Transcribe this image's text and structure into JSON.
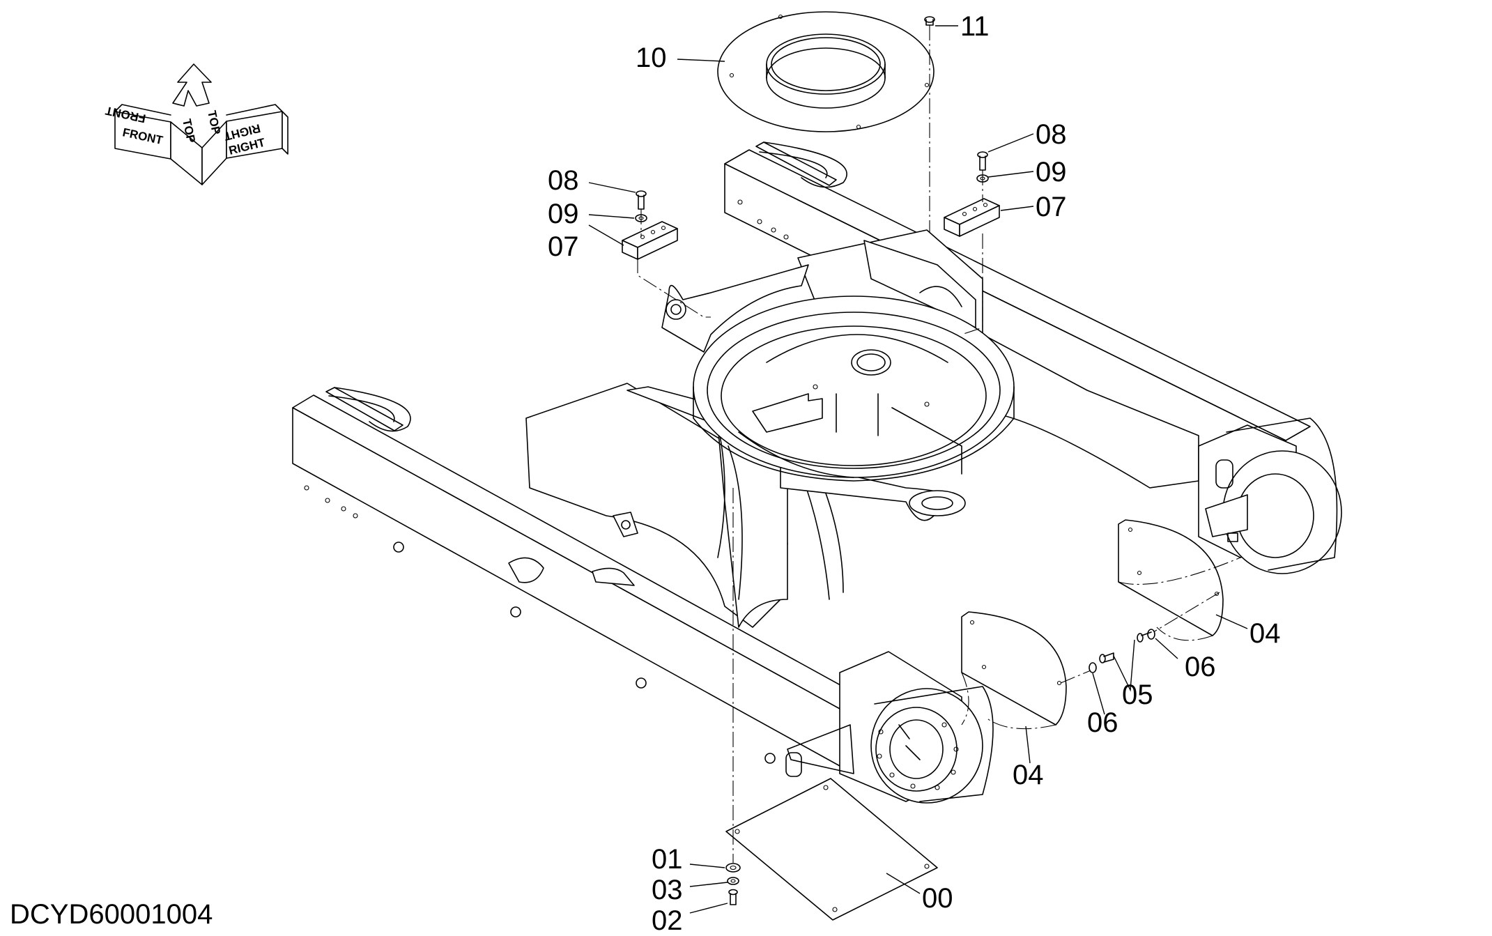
{
  "drawing": {
    "id": "DCYD60001004"
  },
  "orientation": {
    "front": "FRONT",
    "top": "TOP",
    "right": "RIGHT"
  },
  "callouts": [
    {
      "id": "00",
      "text": "00"
    },
    {
      "id": "01",
      "text": "01"
    },
    {
      "id": "02",
      "text": "02"
    },
    {
      "id": "03",
      "text": "03"
    },
    {
      "id": "04a",
      "text": "04"
    },
    {
      "id": "04b",
      "text": "04"
    },
    {
      "id": "05",
      "text": "05"
    },
    {
      "id": "06a",
      "text": "06"
    },
    {
      "id": "06b",
      "text": "06"
    },
    {
      "id": "07a",
      "text": "07"
    },
    {
      "id": "07b",
      "text": "07"
    },
    {
      "id": "08a",
      "text": "08"
    },
    {
      "id": "08b",
      "text": "08"
    },
    {
      "id": "09a",
      "text": "09"
    },
    {
      "id": "09b",
      "text": "09"
    },
    {
      "id": "10",
      "text": "10"
    },
    {
      "id": "11",
      "text": "11"
    }
  ]
}
